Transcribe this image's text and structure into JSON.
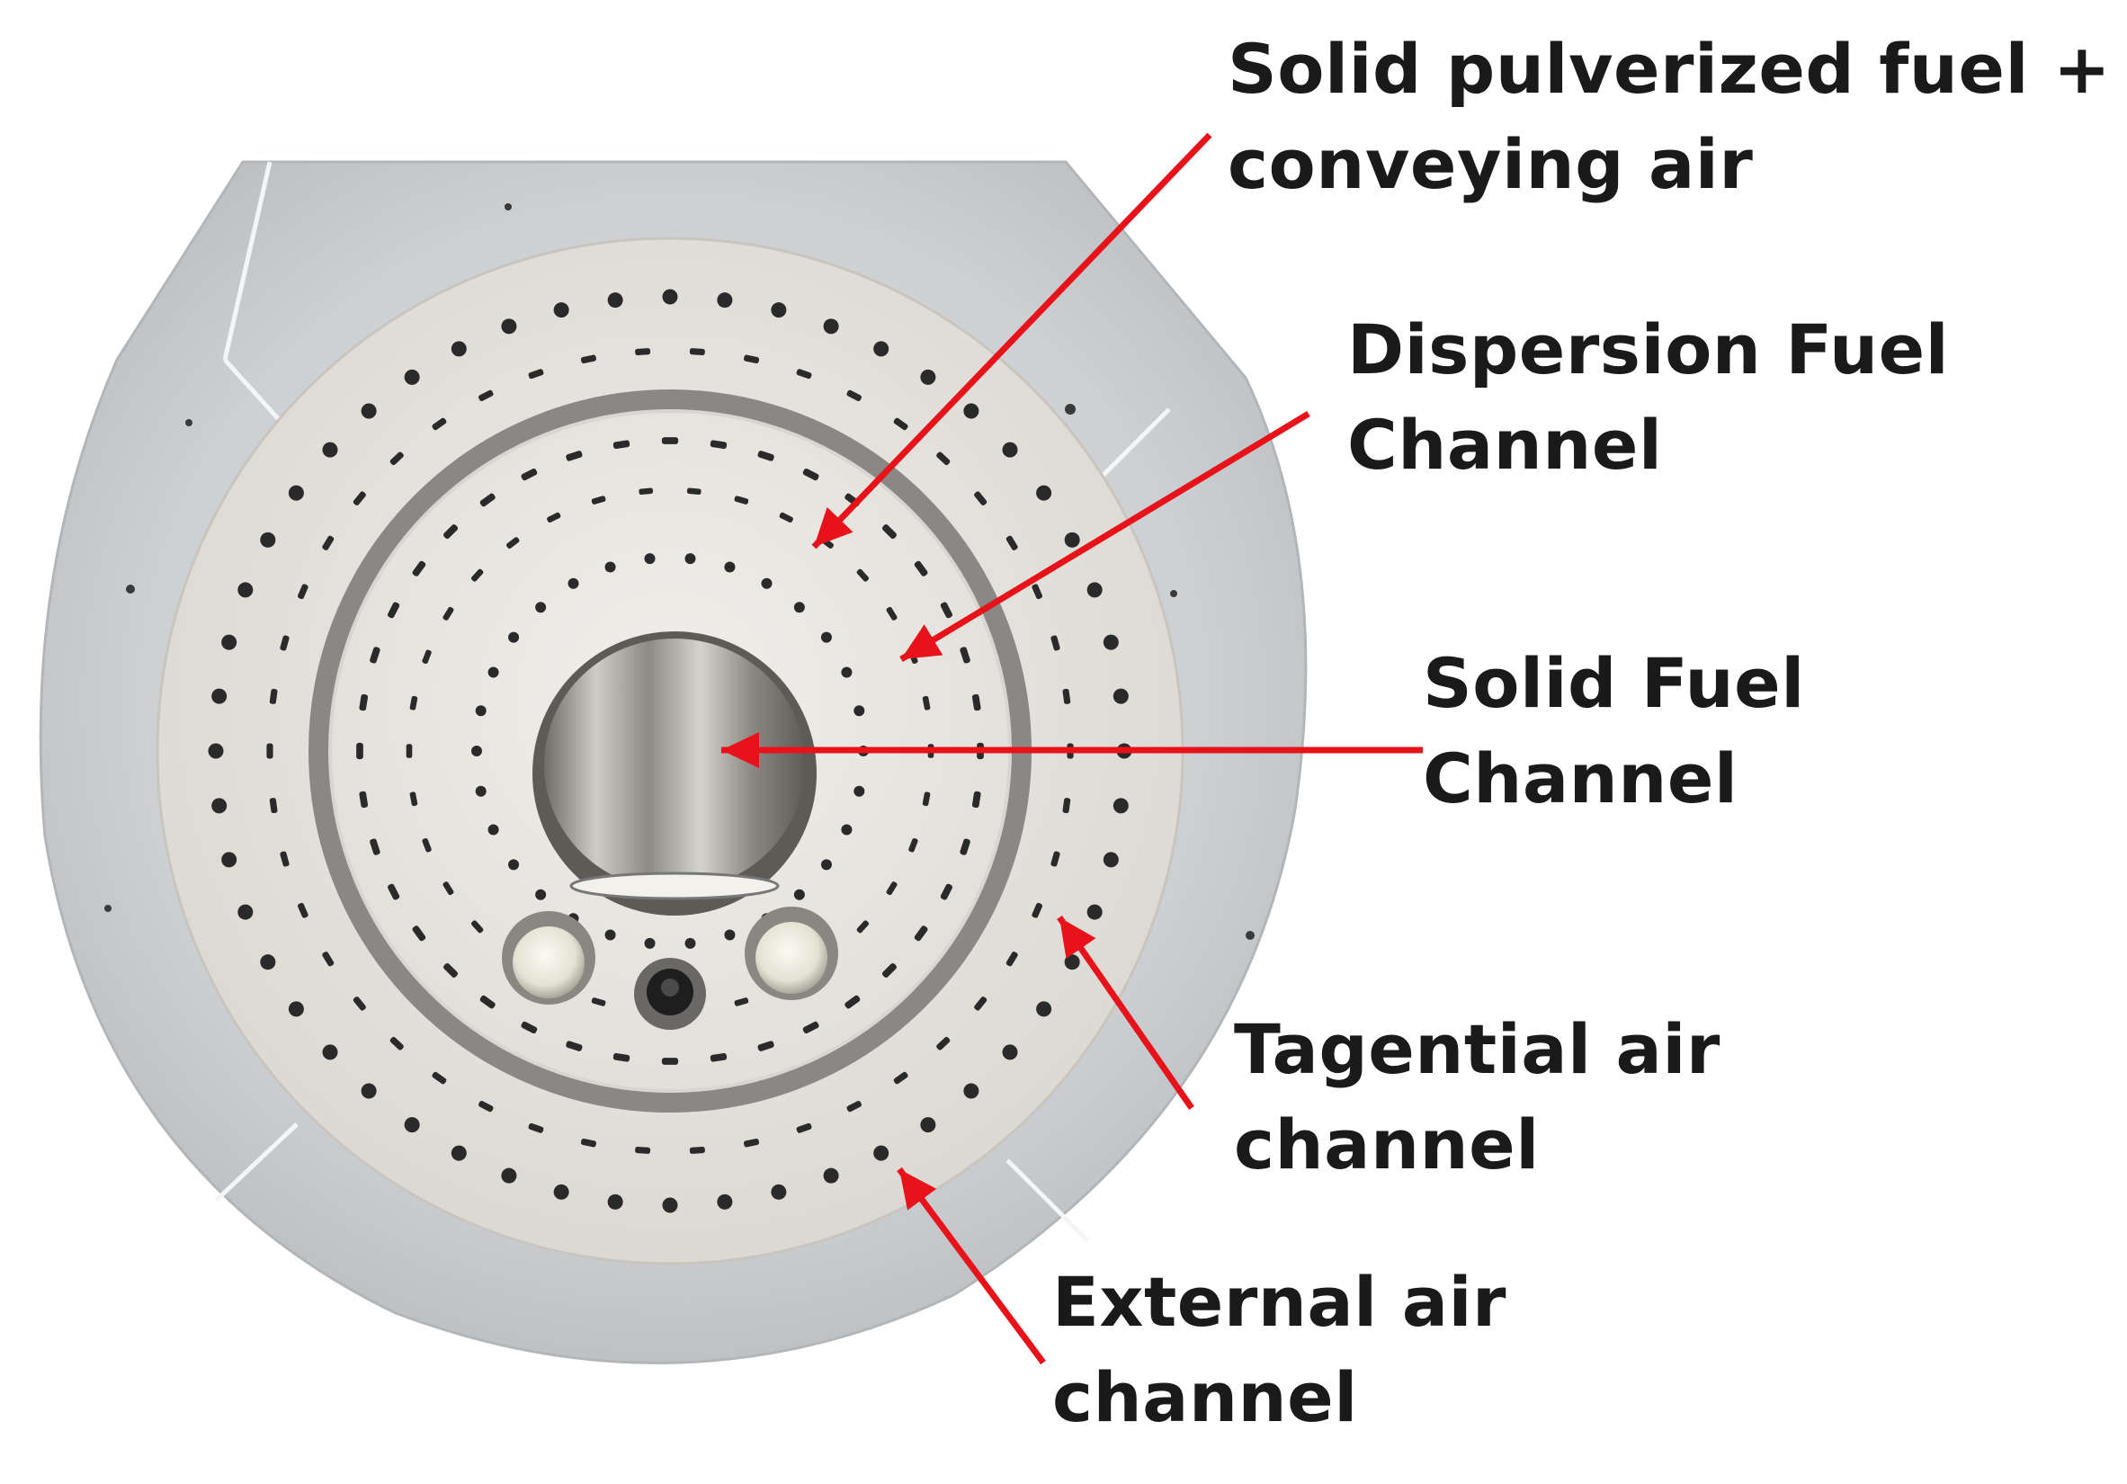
{
  "colors": {
    "arrow": "#e8121a",
    "text": "#1a1a1a",
    "stone": "#cfd0d1",
    "face": "#e9e6e1",
    "hole": "#2a2a2a",
    "steel": "#8a8884"
  },
  "labels": [
    {
      "id": "solid-pulverized",
      "lines": [
        "Solid pulverized fuel +",
        "conveying air"
      ]
    },
    {
      "id": "dispersion",
      "lines": [
        "Dispersion Fuel",
        "Channel"
      ]
    },
    {
      "id": "solid-fuel",
      "lines": [
        "Solid Fuel",
        "Channel"
      ]
    },
    {
      "id": "tangential",
      "lines": [
        "Tagential air",
        "channel"
      ]
    },
    {
      "id": "external",
      "lines": [
        "External air",
        "channel"
      ]
    }
  ]
}
